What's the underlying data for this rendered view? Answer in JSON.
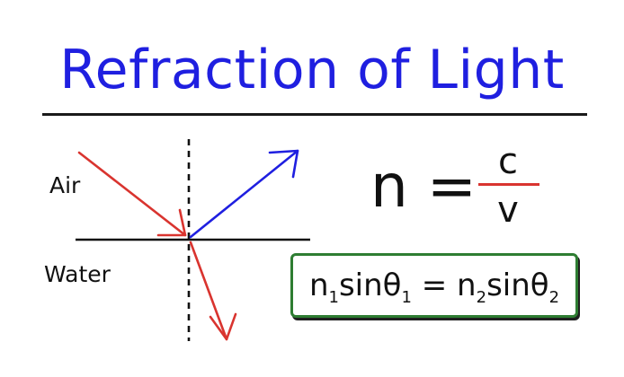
{
  "title": "Refraction of Light",
  "labels": {
    "air": "Air",
    "water": "Water"
  },
  "index_formula": {
    "lhs": "n =",
    "numerator": "c",
    "denominator": "v"
  },
  "snell_law": {
    "n1": "n",
    "sub1": "1",
    "sin1": "sinθ",
    "sub1b": "1",
    "equals": " = ",
    "n2": "n",
    "sub2": "2",
    "sin2": "sinθ",
    "sub2b": "2"
  },
  "colors": {
    "title": "#1f1fe0",
    "incident_ray": "#d9342f",
    "refracted_ray": "#d9342f",
    "reflected_ray": "#1f1fe0",
    "box_border": "#2e7d32",
    "fraction_bar": "#d9342f"
  }
}
